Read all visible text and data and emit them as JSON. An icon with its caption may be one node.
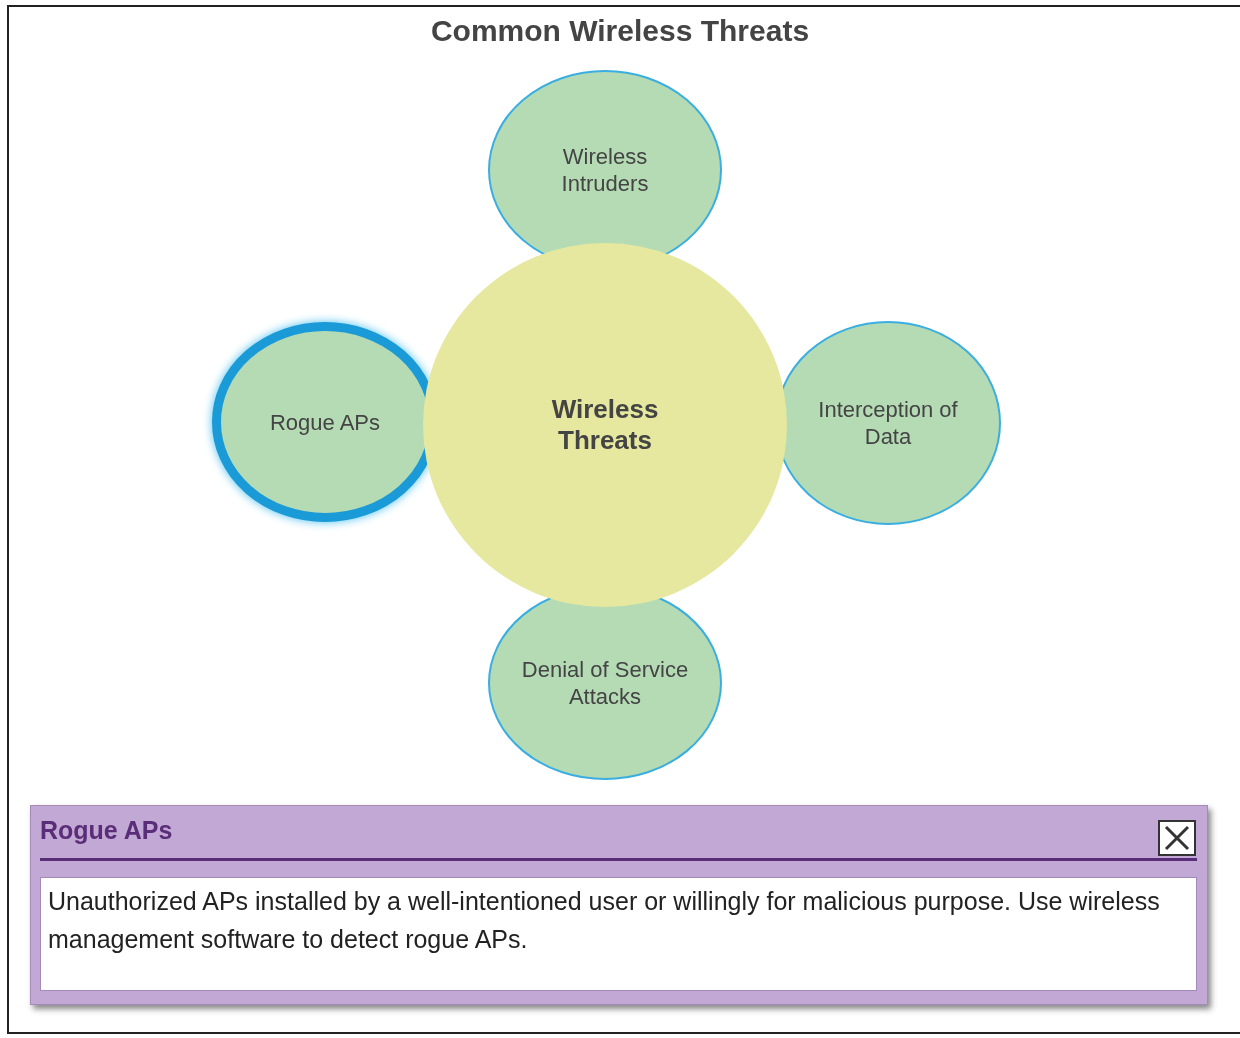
{
  "diagram": {
    "title": "Common Wireless Threats",
    "nodes": [
      {
        "text": [
          "Wireless Intruders"
        ]
      },
      {
        "text": [
          "Rogue APs"
        ]
      },
      {
        "text": [
          "Wireless Threats"
        ]
      },
      {
        "text": [
          "Interception of Data"
        ]
      },
      {
        "text": [
          "Denial of Service Attacks"
        ]
      },
      {
        "text": [
          "Rogue APs",
          "Unauthorized APs installed by a well-intentioned user or willingly for malicious purpose. Use wireless management software to detect rogue APs."
        ]
      }
    ],
    "edges": []
  }
}
